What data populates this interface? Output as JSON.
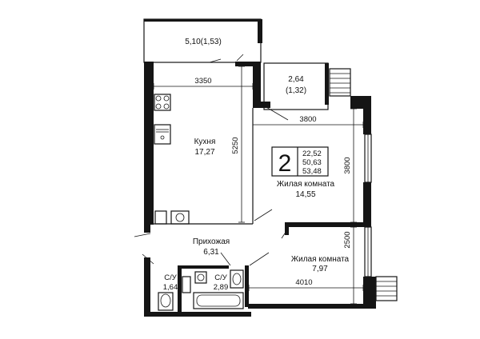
{
  "balconies": {
    "top": {
      "area": "5,10(1,53)"
    },
    "right": {
      "area": "2,64",
      "area_reduced": "(1,32)"
    }
  },
  "rooms": {
    "kitchen": {
      "name": "Кухня",
      "area": "17,27"
    },
    "living1": {
      "name": "Жилая комната",
      "area": "14,55"
    },
    "living2": {
      "name": "Жилая комната",
      "area": "7,97"
    },
    "hall": {
      "name": "Прихожая",
      "area": "6,31"
    },
    "bath1": {
      "name": "С/У",
      "area": "1,64"
    },
    "bath2": {
      "name": "С/У",
      "area": "2,89"
    }
  },
  "summary": {
    "rooms_count": "2",
    "living_area": "22,52",
    "total_area": "50,63",
    "total_area_with_balcony": "53,48"
  },
  "dimensions": {
    "kitchen_width": "3350",
    "kitchen_length": "5250",
    "living1_width": "3800",
    "living1_length": "3800",
    "living2_length": "2500",
    "living2_width": "4010"
  }
}
